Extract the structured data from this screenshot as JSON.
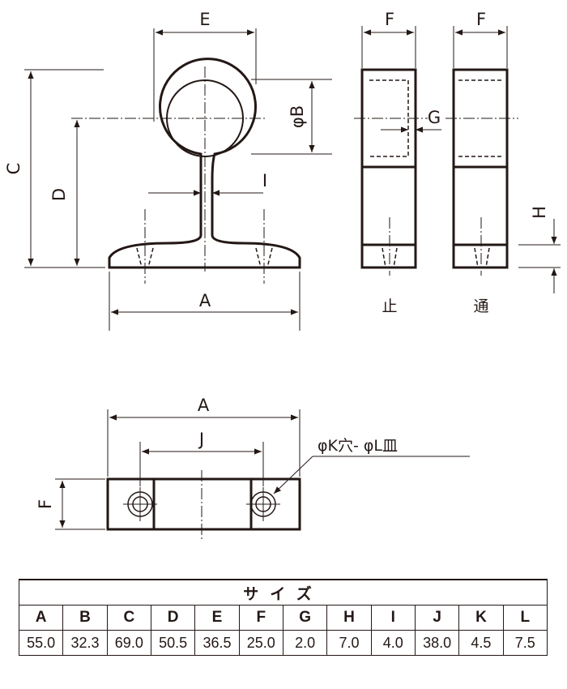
{
  "table": {
    "title": "サイズ",
    "columns": [
      "A",
      "B",
      "C",
      "D",
      "E",
      "F",
      "G",
      "H",
      "I",
      "J",
      "K",
      "L"
    ],
    "values": [
      "55.0",
      "32.3",
      "69.0",
      "50.5",
      "36.5",
      "25.0",
      "2.0",
      "7.0",
      "4.0",
      "38.0",
      "4.5",
      "7.5"
    ]
  },
  "labels": {
    "a": "A",
    "b": "φB",
    "c": "C",
    "d": "D",
    "e": "E",
    "f": "F",
    "g": "G",
    "h": "H",
    "i": "I",
    "j": "J",
    "hole": "φK穴- φL皿",
    "stop": "止",
    "through": "通"
  },
  "colors": {
    "line": "#231815",
    "background": "#ffffff"
  }
}
